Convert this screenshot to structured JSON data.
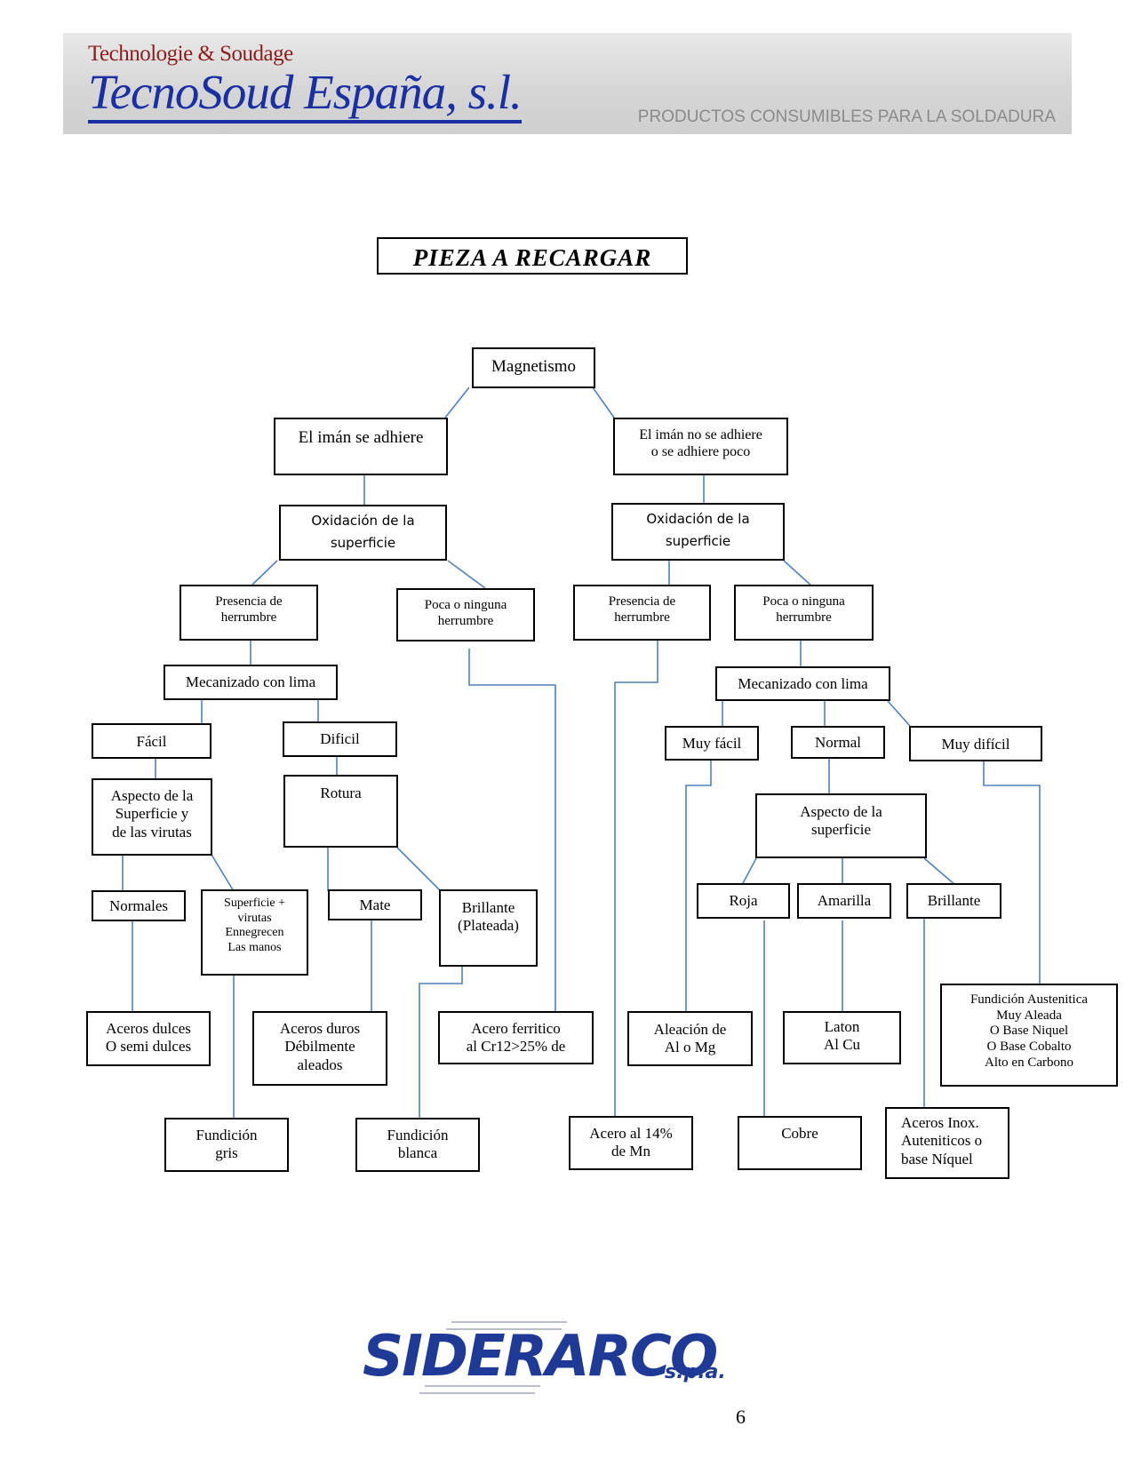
{
  "header": {
    "brand_small": "Technologie & Soudage",
    "brand_big": "TecnoSoud España, s.l.",
    "tagline": "PRODUCTOS CONSUMIBLES PARA LA SOLDADURA"
  },
  "title": "PIEZA A RECARGAR",
  "nodes": {
    "magnetismo": "Magnetismo",
    "iman_adhiere": "El imán se adhiere",
    "iman_no_adhiere": [
      "El imán no se adhiere",
      "o se adhiere poco"
    ],
    "oxidacion_left": [
      "Oxidación de la",
      "superficie"
    ],
    "oxidacion_right": [
      "Oxidación de la",
      "superficie"
    ],
    "presencia_left": [
      "Presencia de",
      "herrumbre"
    ],
    "poca_left": [
      "Poca o ninguna",
      "herrumbre"
    ],
    "presencia_right": [
      "Presencia de",
      "herrumbre"
    ],
    "poca_right": [
      "Poca o ninguna",
      "herrumbre"
    ],
    "mecanizado_left": "Mecanizado con lima",
    "mecanizado_right": "Mecanizado con lima",
    "facil": "Fácil",
    "dificil": "Dificil",
    "muy_facil": "Muy fácil",
    "normal": "Normal",
    "muy_dificil": "Muy difícil",
    "aspecto_virutas": [
      "Aspecto de la",
      "Superficie y",
      "de las virutas"
    ],
    "rotura": "Rotura",
    "aspecto_superficie": [
      "Aspecto de la",
      "superficie"
    ],
    "normales": "Normales",
    "superficie_virutas": [
      "Superficie +",
      "virutas",
      "Ennegrecen",
      "Las manos"
    ],
    "mate": "Mate",
    "brillante_plateada": [
      "Brillante",
      "(Plateada)"
    ],
    "roja": "Roja",
    "amarilla": "Amarilla",
    "brillante": "Brillante",
    "aceros_dulces": [
      "Aceros dulces",
      "O semi dulces"
    ],
    "aceros_duros": [
      "Aceros duros",
      "Débilmente",
      "aleados"
    ],
    "acero_ferritico": [
      "Acero ferritico",
      "al Cr12>25% de"
    ],
    "aleacion": [
      "Aleación  de",
      "Al o Mg"
    ],
    "laton": [
      "Laton",
      "Al Cu"
    ],
    "fundicion_austenitica": [
      "Fundición Austenitica",
      "Muy Aleada",
      "O  Base Niquel",
      "O  Base Cobalto",
      "Alto en Carbono"
    ],
    "fundicion_gris": [
      "Fundición",
      "gris"
    ],
    "fundicion_blanca": [
      "Fundición",
      "blanca"
    ],
    "acero_mn": [
      "Acero al 14%",
      "de Mn"
    ],
    "cobre": "Cobre",
    "aceros_inox": [
      "Aceros Inox.",
      "Auteniticos o",
      "base Níquel"
    ]
  },
  "colors": {
    "connector": "#4f81bd",
    "brand_blue": "#1a2fa3",
    "brand_red": "#8b1d1d",
    "logo_blue": "#1e3a96"
  },
  "footer": {
    "logo_main": "SIDERARCO",
    "logo_suffix": "s.p.a.",
    "page_number": "6"
  }
}
